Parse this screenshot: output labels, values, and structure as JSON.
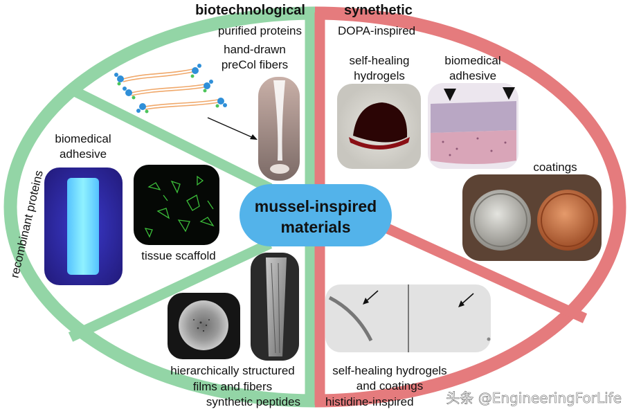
{
  "headers": {
    "left": "biotechnological",
    "right": "synethetic"
  },
  "ring_labels": {
    "top_left": "purified proteins",
    "top_right": "DOPA-inspired",
    "bottom_left": "synthetic peptides",
    "bottom_right": "histidine-inspired",
    "side_left": "recombinant proteins"
  },
  "center": {
    "line1": "mussel-inspired",
    "line2": "materials"
  },
  "panels": {
    "precol": {
      "line1": "hand-drawn",
      "line2": "preCol fibers"
    },
    "bio_adhesive_left": {
      "line1": "biomedical",
      "line2": "adhesive"
    },
    "tissue_scaffold": "tissue scaffold",
    "films": {
      "line1": "hierarchically structured",
      "line2": "films and fibers"
    },
    "self_healing_top": {
      "line1": "self-healing",
      "line2": "hydrogels"
    },
    "bio_adhesive_right": {
      "line1": "biomedical",
      "line2": "adhesive"
    },
    "coatings": "coatings",
    "self_healing_bottom": {
      "line1": "self-healing hydrogels",
      "line2": "and coatings"
    }
  },
  "watermark": "头条 @EngineeringForLife",
  "colors": {
    "green": "#93d5a6",
    "red": "#e57b7d",
    "center": "#53b3ea"
  }
}
